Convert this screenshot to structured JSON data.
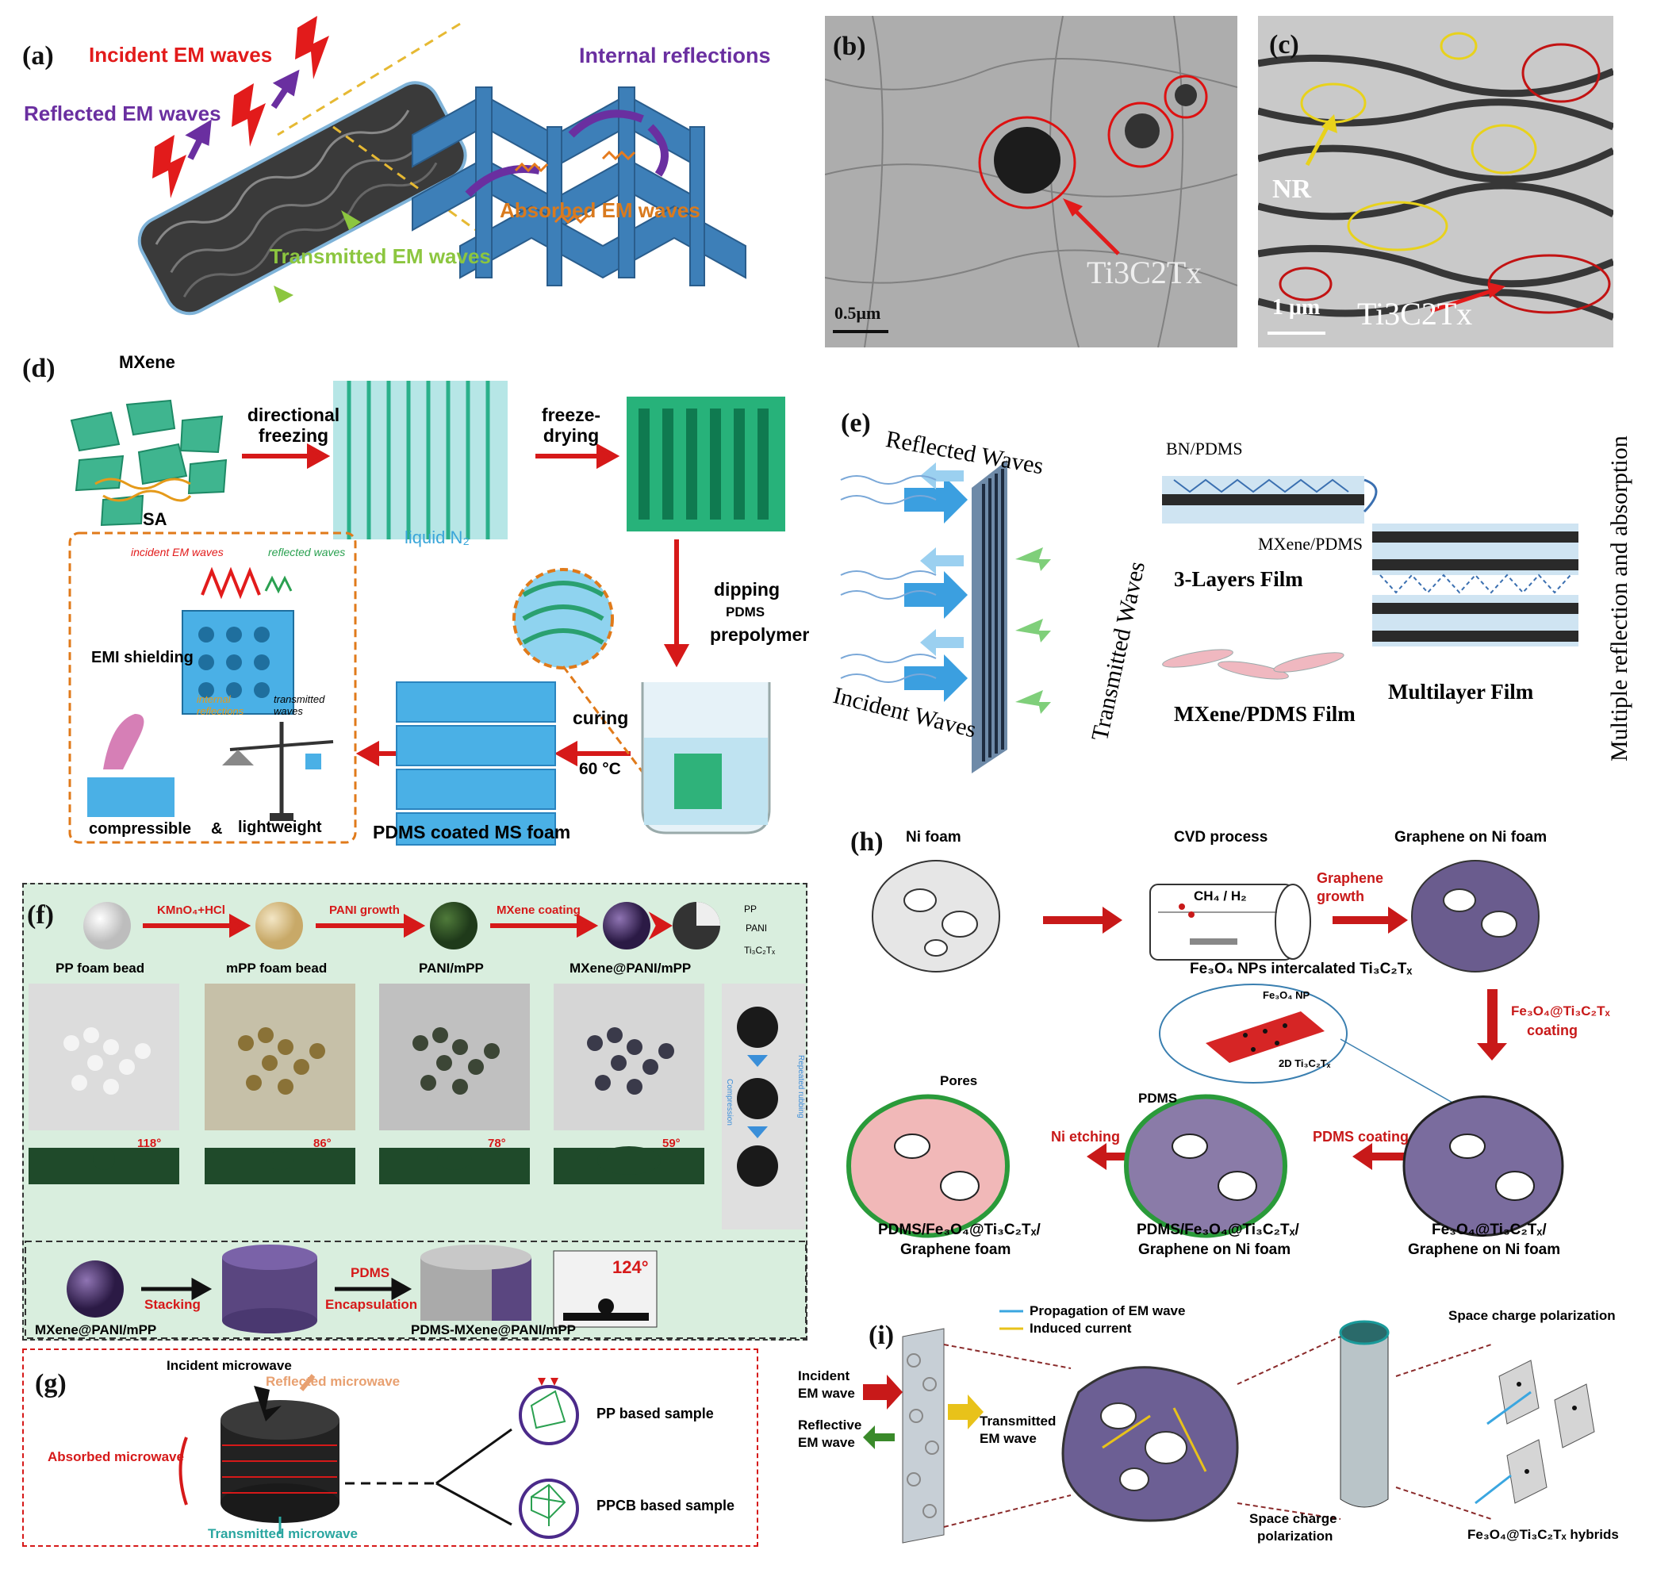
{
  "panels": {
    "a": {
      "label": "(a)",
      "incident": "Incident EM waves",
      "reflected": "Reflected EM waves",
      "internal": "Internal reflections",
      "absorbed": "Absorbed EM waves",
      "transmitted": "Transmitted EM waves",
      "colors": {
        "incident": "#e21b1b",
        "reflected": "#6a2fa0",
        "absorbed": "#d97a1e",
        "transmitted": "#8cc63f"
      }
    },
    "b": {
      "label": "(b)",
      "scale": "0.5μm",
      "material": "Ti3C2Tx"
    },
    "c": {
      "label": "(c)",
      "nr": "NR",
      "scale": "1 μm",
      "material": "Ti3C2Tx"
    },
    "d": {
      "label": "(d)",
      "mxene": "MXene",
      "sa": "SA",
      "step1": "directional freezing",
      "liquid": "liquid N₂",
      "step2": "freeze-drying",
      "step3a": "dipping",
      "step3b": "PDMS",
      "step3c": "prepolymer",
      "step4a": "curing",
      "step4b": "60 °C",
      "product": "PDMS coated MS foam",
      "emi": "EMI shielding",
      "incident": "incident EM waves",
      "reflected": "reflected waves",
      "internal": "internal reflections",
      "transmitted": "transmitted waves",
      "compressible": "compressible",
      "amp": "&",
      "lightweight": "lightweight"
    },
    "e": {
      "label": "(e)",
      "reflected": "Reflected Waves",
      "incident": "Incident Waves",
      "transmitted": "Transmitted Waves",
      "bn": "BN/PDMS",
      "mxpdms": "MXene/PDMS",
      "three": "3-Layers Film",
      "mxfilm": "MXene/PDMS Film",
      "multi": "Multilayer Film",
      "side": "Multiple reflection and absorption"
    },
    "f": {
      "label": "(f)",
      "beads": [
        "PP foam bead",
        "mPP foam bead",
        "PANI/mPP",
        "MXene@PANI/mPP"
      ],
      "arrows": [
        "KMnO₄+HCl",
        "PANI growth",
        "MXene coating"
      ],
      "layers": [
        "PP",
        "PANI",
        "Ti₃C₂Tₓ"
      ],
      "angles": [
        "118°",
        "86°",
        "78°",
        "59°"
      ],
      "side": [
        "Compression",
        "Repeated rubbing"
      ],
      "bottom_left": "MXene@PANI/mPP",
      "stacking": "Stacking",
      "pdms": "PDMS",
      "encap": "Encapsulation",
      "bottom_right": "PDMS-MXene@PANI/mPP",
      "angle2": "124°"
    },
    "g": {
      "label": "(g)",
      "incident": "Incident microwave",
      "reflected": "Reflected microwave",
      "absorbed": "Absorbed microwave",
      "transmitted": "Transmitted microwave",
      "pp": "PP based sample",
      "ppcb": "PPCB based sample"
    },
    "h": {
      "label": "(h)",
      "ni": "Ni foam",
      "cvd": "CVD process",
      "gas": "CH₄ / H₂",
      "gr_growth": [
        "Graphene",
        "growth"
      ],
      "gr_ni": "Graphene on Ni foam",
      "intercal": "Fe₃O₄ NPs intercalated Ti₃C₂Tₓ",
      "np": "Fe₃O₄ NP",
      "twod": "2D Ti₃C₂Tₓ",
      "coat": [
        "Fe₃O₄@Ti₃C₂Tₓ",
        "coating"
      ],
      "pdms_coat": "PDMS coating",
      "ni_etch": "Ni etching",
      "pores": "Pores",
      "pdms": "PDMS",
      "c1": [
        "PDMS/Fe₃O₄@Ti₃C₂Tₓ/",
        "Graphene foam"
      ],
      "c2": [
        "PDMS/Fe₃O₄@Ti₃C₂Tₓ/",
        "Graphene on Ni foam"
      ],
      "c3": [
        "Fe₃O₄@Ti₃C₂Tₓ/",
        "Graphene on Ni foam"
      ]
    },
    "i": {
      "label": "(i)",
      "incident": [
        "Incident",
        "EM wave"
      ],
      "reflective": [
        "Reflective",
        "EM wave"
      ],
      "transmitted": [
        "Transmitted",
        "EM wave"
      ],
      "prop": "Propagation of EM wave",
      "induced": "Induced current",
      "scp_top": "Space charge polarization",
      "scp_bottom": [
        "Space charge",
        "polarization"
      ],
      "hybrids": "Fe₃O₄@Ti₃C₂Tₓ hybrids"
    }
  }
}
